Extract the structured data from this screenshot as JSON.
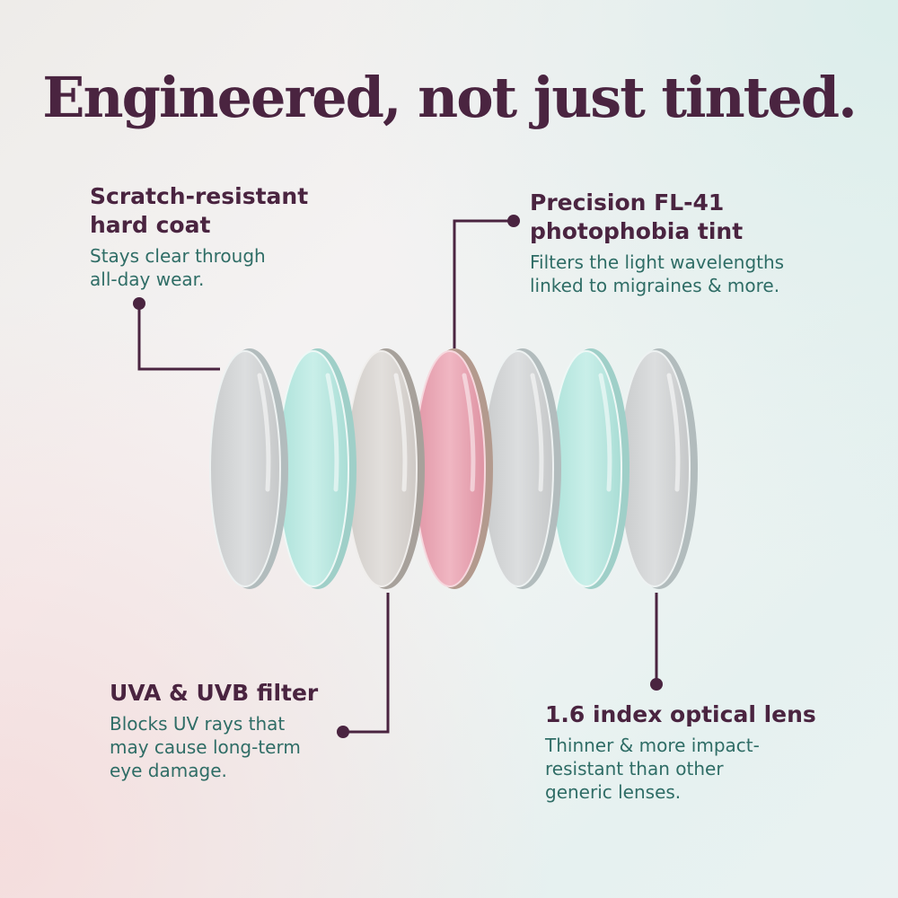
{
  "headline": "Engineered, not just tinted.",
  "colors": {
    "heading": "#4a2440",
    "body_text": "#2f6d66",
    "connector": "#4a2440",
    "lens_clear": "#d3d5d6",
    "lens_aqua": "#bde9e2",
    "lens_taupe": "#d8d4d0",
    "lens_pink": "#e8a5b3"
  },
  "callouts": {
    "scratch": {
      "title": "Scratch-resistant\nhard coat",
      "desc": "Stays clear through\nall-day wear."
    },
    "tint": {
      "title": "Precision FL-41\nphotophobia tint",
      "desc": "Filters the light wavelengths\nlinked to migraines & more."
    },
    "uv": {
      "title": "UVA & UVB filter",
      "desc": "Blocks UV rays that\nmay cause long-term\neye damage."
    },
    "index": {
      "title": "1.6 index optical lens",
      "desc": "Thinner & more impact-\nresistant than other\ngeneric lenses."
    }
  },
  "lenses": [
    "clear",
    "aqua",
    "taupe",
    "pink",
    "clear",
    "aqua",
    "clear"
  ]
}
